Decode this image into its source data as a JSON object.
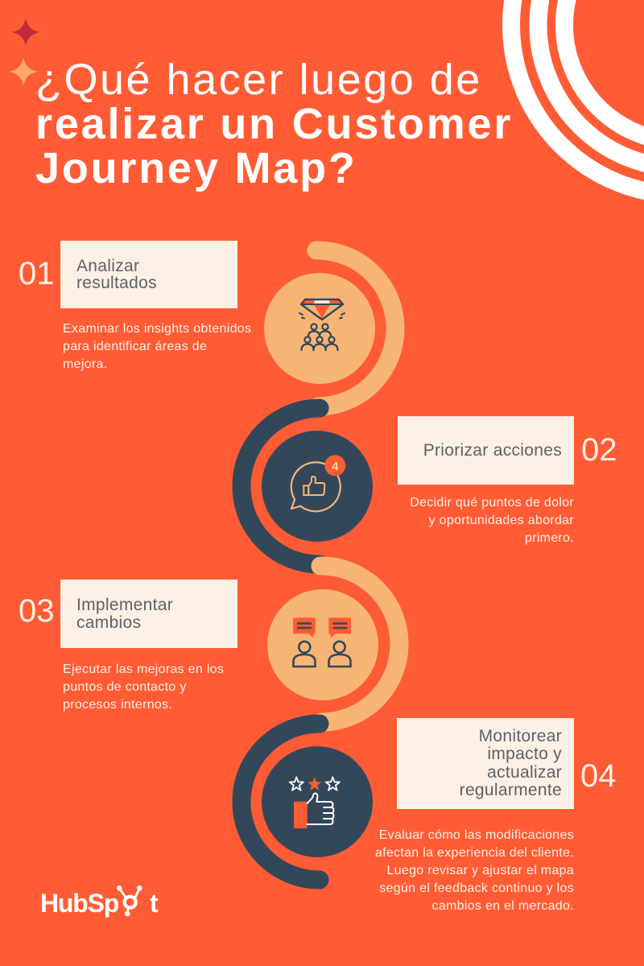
{
  "header": {
    "title_lines": [
      "¿Qué hacer luego de",
      "realizar un Customer",
      "Journey Map?"
    ]
  },
  "colors": {
    "background": "#FF5C35",
    "peach": "#F6B574",
    "navy": "#33475B",
    "cream": "#FDF0E5",
    "box_text": "#5E6266",
    "sparkle_red": "#C02B3C",
    "sparkle_peach": "#F8A86A",
    "rings": "#FFFFFF"
  },
  "steps": [
    {
      "number": "01",
      "title_lines": [
        "Analizar",
        "resultados"
      ],
      "description_lines": [
        "Examinar los insights obtenidos",
        "para identificar áreas de",
        "mejora."
      ],
      "icon": "diamond-team-icon"
    },
    {
      "number": "02",
      "title_lines": [
        "Priorizar acciones"
      ],
      "description_lines": [
        "Decidir qué puntos de dolor",
        "y oportunidades abordar",
        "primero."
      ],
      "icon": "thumbs-up-chat-icon",
      "badge": "4"
    },
    {
      "number": "03",
      "title_lines": [
        "Implementar",
        "cambios"
      ],
      "description_lines": [
        "Ejecutar las mejoras en los",
        "puntos de contacto y",
        "procesos internos."
      ],
      "icon": "people-chat-icon"
    },
    {
      "number": "04",
      "title_lines": [
        "Monitorear",
        "impacto y",
        "actualizar",
        "regularmente"
      ],
      "description_lines": [
        "Evaluar cómo las modificaciones",
        "afectan la experiencia del cliente.",
        "Luego revisar y ajustar el mapa",
        "según el feedback continuo y los",
        "cambios en el mercado."
      ],
      "icon": "star-rating-thumbs-up-icon"
    }
  ],
  "logo": {
    "label": "HubSpot",
    "text_before_sprocket": "HubSp",
    "text_after_sprocket": "t"
  }
}
